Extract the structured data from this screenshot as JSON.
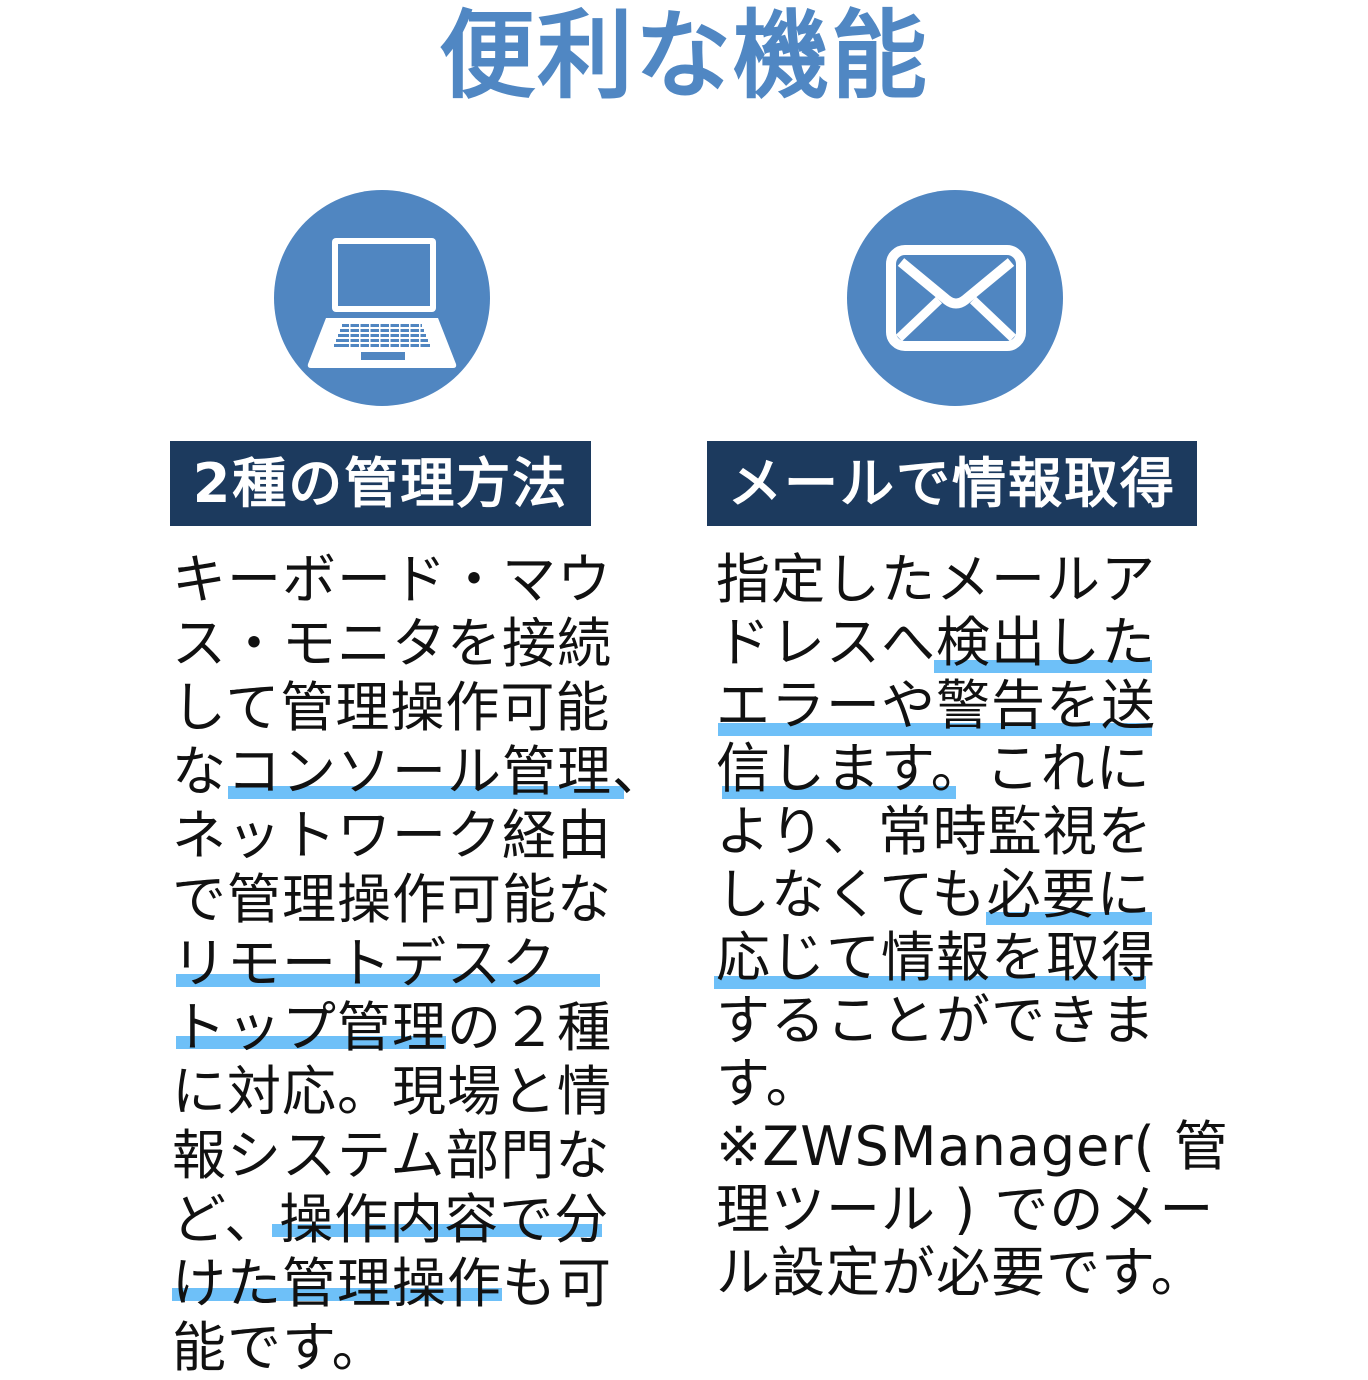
{
  "page": {
    "title": "便利な機能",
    "colors": {
      "title": "#5087c3",
      "icon_circle": "#5086c1",
      "label_bg": "#1c3a5e",
      "label_text": "#ffffff",
      "body_text": "#111111",
      "highlight": "#6ec0f8"
    }
  },
  "features": [
    {
      "icon": "laptop-icon",
      "label": "2種の管理方法",
      "lines": [
        "キーボード・マウ",
        "ス・モニタを接続",
        "して管理操作可能",
        "なコンソール管理、",
        "ネットワーク経由",
        "で管理操作可能な",
        "リモートデスク",
        "トップ管理の２種",
        "に対応。現場と情",
        "報システム部門な",
        "ど、操作内容で分",
        "けた管理操作も可",
        "能です。"
      ],
      "highlighted_phrases": [
        "コンソール管理、",
        "リモートデスクトップ管理",
        "操作内容で分けた管理操作"
      ]
    },
    {
      "icon": "envelope-icon",
      "label": "メールで情報取得",
      "lines": [
        "指定したメールア",
        "ドレスへ検出した",
        "エラーや警告を送",
        "信します。これに",
        "より、常時監視を",
        "しなくても必要に",
        "応じて情報を取得",
        "することができま",
        "す。",
        "※ZWSManager( 管",
        "理ツール ) でのメー",
        "ル設定が必要です。"
      ],
      "highlighted_phrases": [
        "検出したエラーや警告を送信します。",
        "必要に応じて情報を取得"
      ]
    }
  ]
}
